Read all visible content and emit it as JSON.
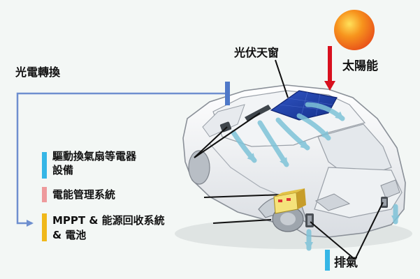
{
  "labels": {
    "pv_conversion": "光電轉換",
    "solar_roof": "光伏天窗",
    "solar_energy": "太陽能",
    "fan_line1": "驅動換氣扇等電器",
    "fan_line2": "設備",
    "ems": "電能管理系統",
    "mppt_line1": "MPPT & 能源回收系統",
    "mppt_line2": "& 電池",
    "exhaust": "排氣"
  },
  "colors": {
    "background": "#f3f7f5",
    "flow_line": "#6e8fcf",
    "arrow_red": "#d8101e",
    "sun": "#e8501a",
    "panel": "#1f3fa6",
    "air_flow": "#7ec3d8",
    "bar_cyan": "#35b6e6",
    "bar_pink": "#ee9a9c",
    "bar_yellow": "#f0b81a"
  },
  "icons": [
    "sun-icon",
    "car-illustration",
    "solar-panel-icon",
    "battery-icon",
    "fan-icon",
    "exhaust-vent-icon"
  ]
}
